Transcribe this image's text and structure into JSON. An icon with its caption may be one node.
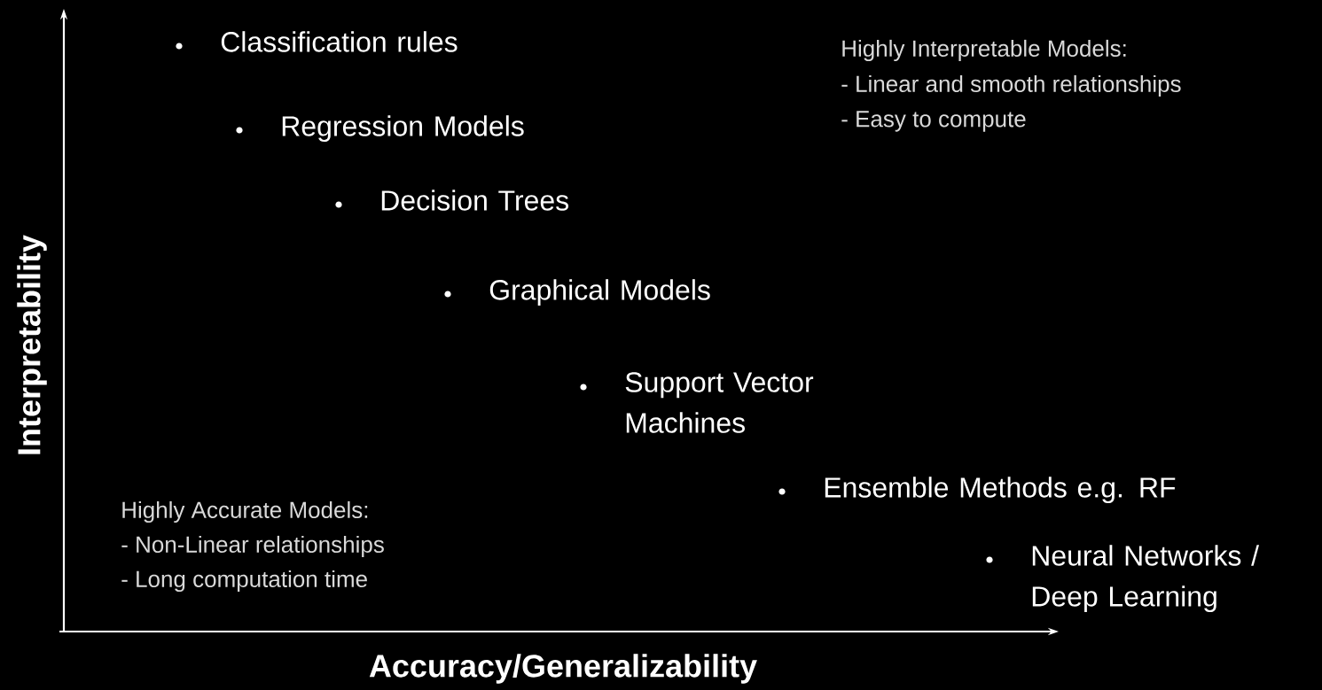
{
  "diagram": {
    "labels": [
      "Classification rules",
      "Highly Interpretable Models:",
      "- Linear and smooth relationships",
      "- Easy to compute",
      "Regression Models",
      "Decision Trees",
      "Graphical Models",
      "Support Vector Machines",
      "Ensemble Methods e.g. RF",
      "Highly Accurate Models:",
      "- Non-Linear relationships",
      "- Long computation time",
      "Neural Networks / Deep Learning",
      "Interpretability",
      "Accuracy/Generalizability"
    ]
  }
}
